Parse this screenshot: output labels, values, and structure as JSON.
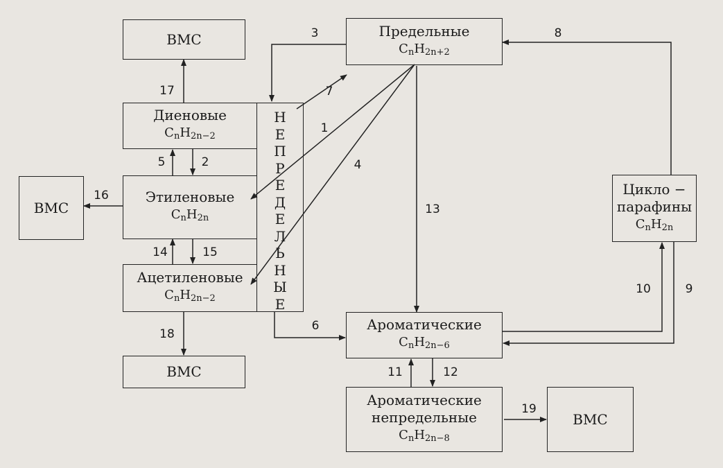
{
  "boxes": {
    "vms_top": {
      "name": "ВМС"
    },
    "saturated": {
      "name": "Предельные",
      "formula": "CnH2n+2"
    },
    "diene": {
      "name": "Диеновые",
      "formula": "CnH2n−2"
    },
    "ethylene": {
      "name": "Этиленовые",
      "formula": "CnH2n"
    },
    "acetylene": {
      "name": "Ацетиленовые",
      "formula": "CnH2n−2"
    },
    "vms_left": {
      "name": "ВМС"
    },
    "vms_bottom": {
      "name": "ВМС"
    },
    "cyclo": {
      "name1": "Цикло −",
      "name2": "парафины",
      "formula": "CnH2n"
    },
    "aromatic": {
      "name": "Ароматические",
      "formula": "CnH2n−6"
    },
    "aromatic_unsat": {
      "name1": "Ароматические",
      "name2": "непредельные",
      "formula": "CnH2n−8"
    },
    "vms_right": {
      "name": "ВМС"
    }
  },
  "unsaturated_label": [
    "Н",
    "Е",
    "П",
    "Р",
    "Е",
    "Д",
    "Е",
    "Л",
    "Ь",
    "Н",
    "Ы",
    "Е"
  ],
  "arrow_numbers": {
    "n1": "1",
    "n2": "2",
    "n3": "3",
    "n4": "4",
    "n5": "5",
    "n6": "6",
    "n7": "7",
    "n8": "8",
    "n9": "9",
    "n10": "10",
    "n11": "11",
    "n12": "12",
    "n13": "13",
    "n14": "14",
    "n15": "15",
    "n16": "16",
    "n17": "17",
    "n18": "18",
    "n19": "19"
  }
}
